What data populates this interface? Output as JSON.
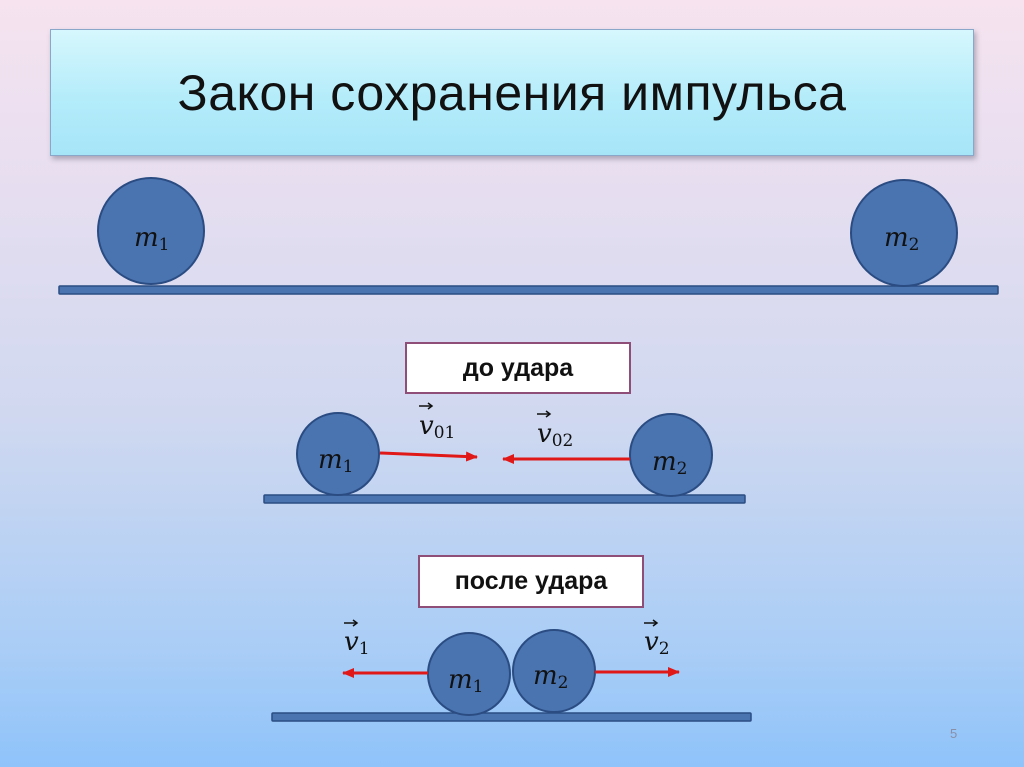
{
  "slide": {
    "title": "Закон сохранения импульса",
    "number": "5"
  },
  "labels": {
    "before": "до удара",
    "after": "после удара"
  },
  "symbols": {
    "m1": "m",
    "m1_sub": "1",
    "m2": "m",
    "m2_sub": "2",
    "v01": "v",
    "v01_sub": "01",
    "v02": "v",
    "v02_sub": "02",
    "v1": "v",
    "v1_sub": "1",
    "v2": "v",
    "v2_sub": "2"
  },
  "colors": {
    "ball_fill": "#4a74b0",
    "ball_stroke": "#2a4c82",
    "bar_fill": "#4a74b0",
    "bar_stroke": "#2a4c82",
    "arrow": "#e01818"
  }
}
